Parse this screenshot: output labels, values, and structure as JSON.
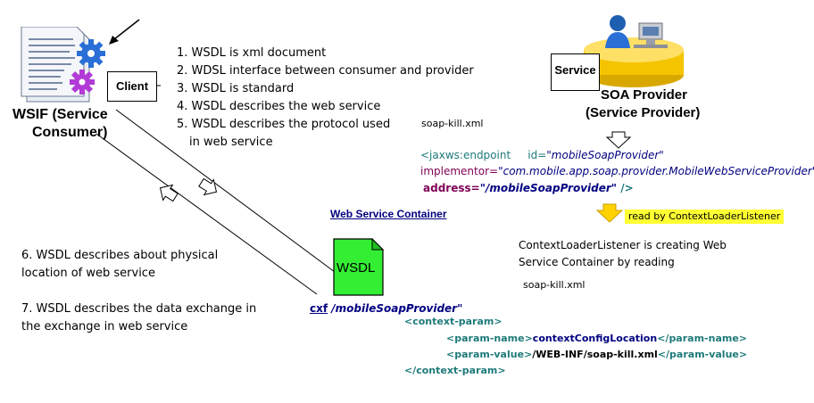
{
  "consumer": {
    "title_line1": "WSIF (Service",
    "title_line2": "Consumer)",
    "client_label": "Client"
  },
  "provider": {
    "service_label": "Service",
    "title_line1": "SOA Provider",
    "title_line2": "(Service Provider)"
  },
  "notes_top": [
    "1. WSDL is xml document",
    "2. WDSL interface between consumer and provider",
    "3. WSDL is standard",
    "4. WSDL describes the web service",
    "5. WSDL describes the protocol used",
    "in web service"
  ],
  "notes_bottom": [
    "6. WSDL describes about physical",
    "location of web service",
    "7. WSDL describes the data exchange in",
    "the exchange in web service"
  ],
  "config_file_1": "soap-kill.xml",
  "endpoint": {
    "open": "<jaxws:endpoint",
    "id_attr": "id=",
    "id_val": "\"mobileSoapProvider\"",
    "impl_attr": "implementor=",
    "impl_val": "\"com.mobile.app.soap.provider.MobileWebServiceProvider\"",
    "addr_attr": "address=",
    "addr_val": "\"/mobileSoapProvider\"",
    "close": " />"
  },
  "container_label": "Web Service Container",
  "wsdl_doc_label": "WSDL",
  "read_by": "read by ContextLoaderListener",
  "loader_note_line1": "ContextLoaderListener is creating Web",
  "loader_note_line2": "Service Container by reading",
  "config_file_2": "soap-kill.xml",
  "cxf_url": {
    "link": "cxf",
    "path": " /mobileSoapProvider\""
  },
  "context_param": {
    "open": "<context-param>",
    "name_open": "<param-name>",
    "name_val": "contextConfigLocation",
    "name_close": "</param-name>",
    "value_open": "<param-value>",
    "value_val": "/WEB-INF/soap-kill.xml",
    "value_close": "</param-value>",
    "close": "</context-param>"
  },
  "colors": {
    "wsdl_doc": "#33ee33",
    "highlight": "#ffff33",
    "xml_tag": "#1f7a7a",
    "xml_value": "#000080",
    "link": "#000080",
    "gear_blue": "#2a6fd6",
    "gear_purple": "#b23ad6",
    "db_yellow": "#f5c400"
  },
  "icons": [
    "document-icon",
    "gear-icon",
    "person-at-computer-icon",
    "database-icon",
    "down-arrow-icon",
    "exchange-arrow-icon"
  ]
}
